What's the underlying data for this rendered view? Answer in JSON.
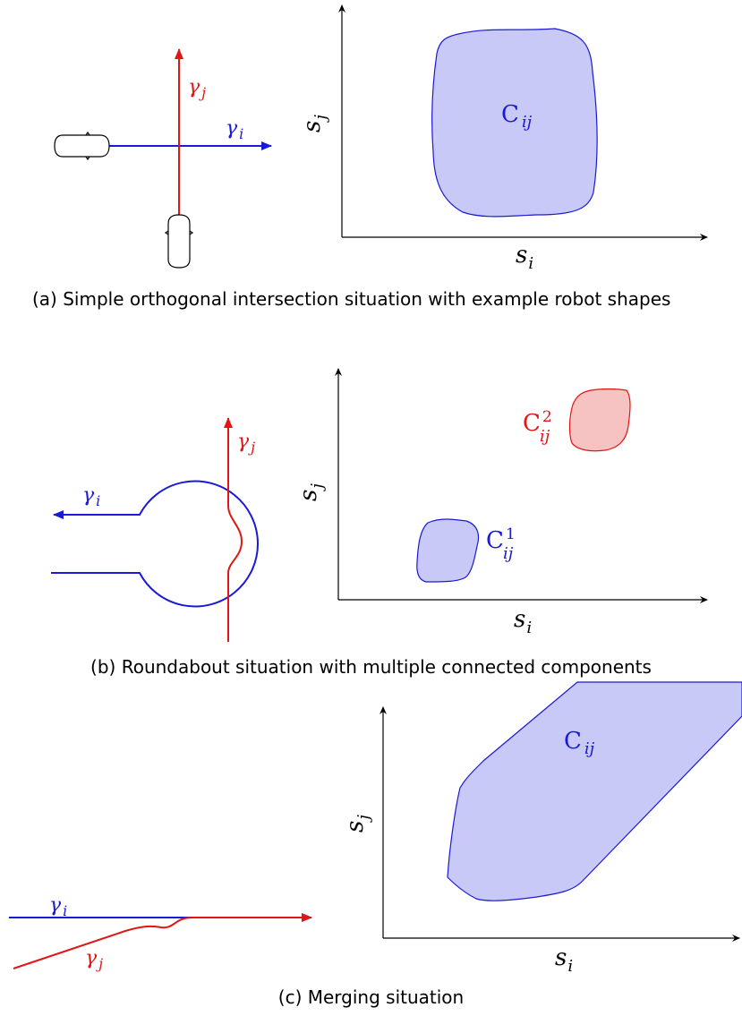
{
  "colors": {
    "blue": "#1a1ad6",
    "red": "#e01616",
    "fill_blue": "#c9c9f7",
    "fill_red": "#f7c2c2",
    "black": "#000000"
  },
  "panel_a": {
    "path_i": "γ",
    "path_i_sub": "i",
    "path_j": "γ",
    "path_j_sub": "j",
    "axis_x": "s",
    "axis_x_sub": "i",
    "axis_y": "s",
    "axis_y_sub": "j",
    "region": "C",
    "region_sub": "ij",
    "caption": "(a) Simple orthogonal intersection situation with example robot shapes"
  },
  "panel_b": {
    "path_i": "γ",
    "path_i_sub": "i",
    "path_j": "γ",
    "path_j_sub": "j",
    "axis_x": "s",
    "axis_x_sub": "i",
    "axis_y": "s",
    "axis_y_sub": "j",
    "region_1": "C",
    "region_1_sup": "1",
    "region_1_sub": "ij",
    "region_2": "C",
    "region_2_sup": "2",
    "region_2_sub": "ij",
    "caption": "(b) Roundabout situation with multiple connected components"
  },
  "panel_c": {
    "path_i": "γ",
    "path_i_sub": "i",
    "path_j": "γ",
    "path_j_sub": "j",
    "axis_x": "s",
    "axis_x_sub": "i",
    "axis_y": "s",
    "axis_y_sub": "j",
    "region": "C",
    "region_sub": "ij",
    "caption": "(c) Merging situation"
  }
}
